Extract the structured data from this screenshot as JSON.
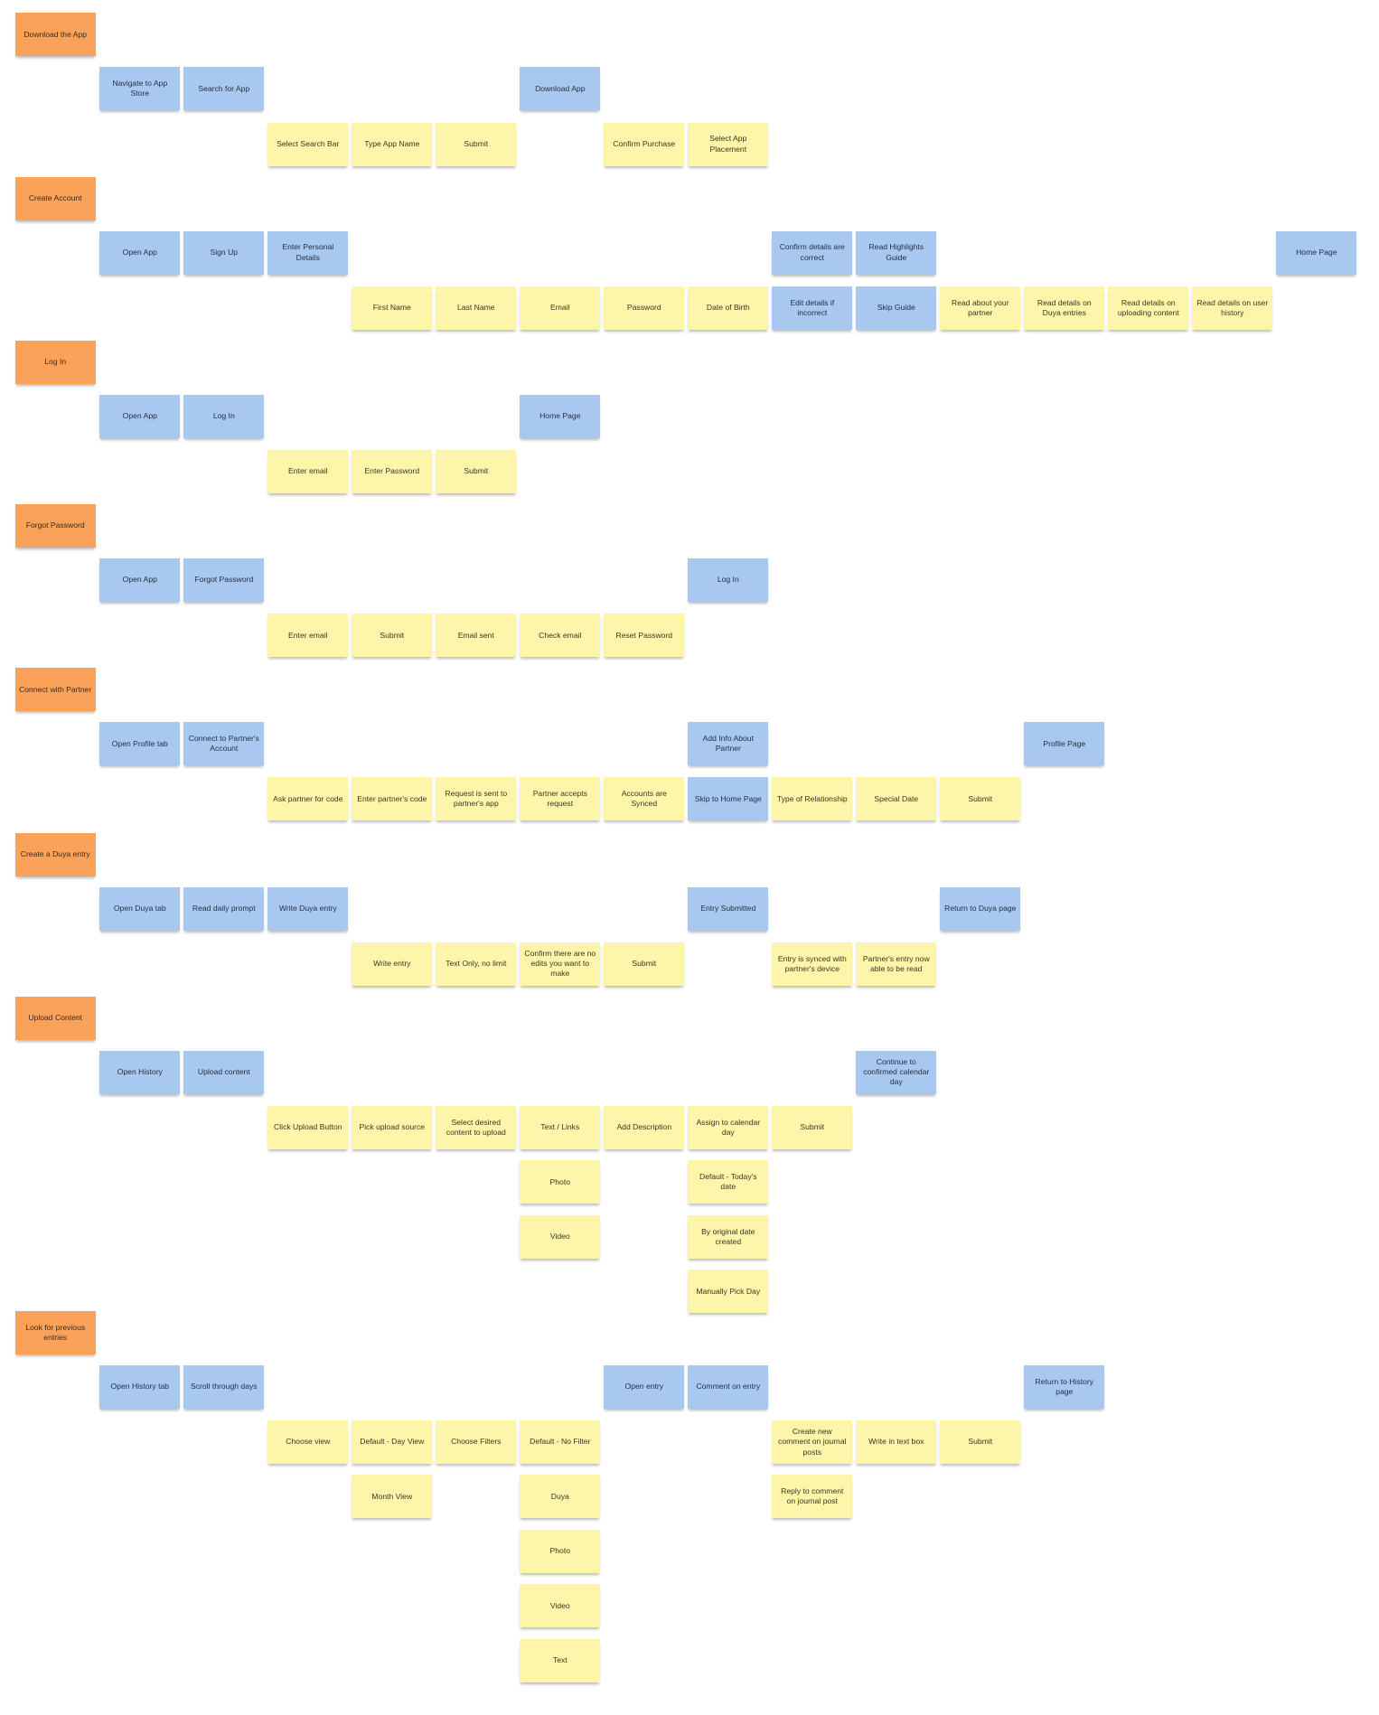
{
  "colors": {
    "epic": "#fba25a",
    "activity": "#a9c8f0",
    "task": "#fdf6aa",
    "background": "#ffffff"
  },
  "rows": [
    {
      "epic": "Download the App",
      "activities": [
        {
          "col": 0,
          "text": "Navigate to App Store"
        },
        {
          "col": 1,
          "text": "Search for App"
        },
        {
          "col": 5,
          "text": "Download App"
        }
      ],
      "tasks": [
        {
          "col": 2,
          "text": "Select Search Bar"
        },
        {
          "col": 3,
          "text": "Type App Name"
        },
        {
          "col": 4,
          "text": "Submit"
        },
        {
          "col": 6,
          "text": "Confirm Purchase"
        },
        {
          "col": 7,
          "text": "Select App Placement"
        }
      ]
    },
    {
      "epic": "Create Account",
      "activities": [
        {
          "col": 0,
          "text": "Open App"
        },
        {
          "col": 1,
          "text": "Sign Up"
        },
        {
          "col": 2,
          "text": "Enter Personal Details"
        },
        {
          "col": 8,
          "text": "Confirm details are correct"
        },
        {
          "col": 9,
          "text": "Read Highlights Guide"
        },
        {
          "col": 14,
          "text": "Home Page"
        }
      ],
      "tasks": [
        {
          "col": 3,
          "text": "First Name"
        },
        {
          "col": 4,
          "text": "Last Name"
        },
        {
          "col": 5,
          "text": "Email"
        },
        {
          "col": 6,
          "text": "Password"
        },
        {
          "col": 7,
          "text": "Date of Birth"
        },
        {
          "col": 8,
          "text": "Edit details if incorrect",
          "blue": true
        },
        {
          "col": 9,
          "text": "Skip Guide",
          "blue": true
        },
        {
          "col": 10,
          "text": "Read about your partner"
        },
        {
          "col": 11,
          "text": "Read details on Duya entries"
        },
        {
          "col": 12,
          "text": "Read details on uploading content"
        },
        {
          "col": 13,
          "text": "Read details on user history"
        }
      ]
    },
    {
      "epic": "Log In",
      "activities": [
        {
          "col": 0,
          "text": "Open App"
        },
        {
          "col": 1,
          "text": "Log In"
        },
        {
          "col": 5,
          "text": "Home Page"
        }
      ],
      "tasks": [
        {
          "col": 2,
          "text": "Enter email"
        },
        {
          "col": 3,
          "text": "Enter Password"
        },
        {
          "col": 4,
          "text": "Submit"
        }
      ]
    },
    {
      "epic": "Forgot Password",
      "activities": [
        {
          "col": 0,
          "text": "Open App"
        },
        {
          "col": 1,
          "text": "Forgot Password"
        },
        {
          "col": 7,
          "text": "Log In"
        }
      ],
      "tasks": [
        {
          "col": 2,
          "text": "Enter email"
        },
        {
          "col": 3,
          "text": "Submit"
        },
        {
          "col": 4,
          "text": "Email sent"
        },
        {
          "col": 5,
          "text": "Check email"
        },
        {
          "col": 6,
          "text": "Reset Password"
        }
      ]
    },
    {
      "epic": "Connect with Partner",
      "activities": [
        {
          "col": 0,
          "text": "Open Profile tab"
        },
        {
          "col": 1,
          "text": "Connect to Partner's Account"
        },
        {
          "col": 7,
          "text": "Add Info About Partner"
        },
        {
          "col": 11,
          "text": "Profile Page"
        }
      ],
      "tasks": [
        {
          "col": 2,
          "text": "Ask partner for code"
        },
        {
          "col": 3,
          "text": "Enter partner's code"
        },
        {
          "col": 4,
          "text": "Request is sent to partner's app"
        },
        {
          "col": 5,
          "text": "Partner accepts request"
        },
        {
          "col": 6,
          "text": "Accounts are Synced"
        },
        {
          "col": 7,
          "text": "Skip to Home Page",
          "blue": true
        },
        {
          "col": 8,
          "text": "Type of Relationship"
        },
        {
          "col": 9,
          "text": "Special Date"
        },
        {
          "col": 10,
          "text": "Submit"
        }
      ]
    },
    {
      "epic": "Create a Duya entry",
      "activities": [
        {
          "col": 0,
          "text": "Open Duya tab"
        },
        {
          "col": 1,
          "text": "Read daily prompt"
        },
        {
          "col": 2,
          "text": "Write Duya entry"
        },
        {
          "col": 7,
          "text": "Entry Submitted"
        },
        {
          "col": 10,
          "text": "Return to Duya page"
        }
      ],
      "tasks": [
        {
          "col": 3,
          "text": "Write entry"
        },
        {
          "col": 4,
          "text": "Text Only, no limit"
        },
        {
          "col": 5,
          "text": "Confirm there are no edits you want to make"
        },
        {
          "col": 6,
          "text": "Submit"
        },
        {
          "col": 8,
          "text": "Entry is synced with partner's device"
        },
        {
          "col": 9,
          "text": "Partner's entry now able to be read"
        }
      ]
    },
    {
      "epic": "Upload Content",
      "activities": [
        {
          "col": 0,
          "text": "Open History"
        },
        {
          "col": 1,
          "text": "Upload content"
        },
        {
          "col": 9,
          "text": "Continue to confirmed calendar day"
        }
      ],
      "tasks": [
        {
          "col": 2,
          "text": "Click Upload Button"
        },
        {
          "col": 3,
          "text": "Pick upload source"
        },
        {
          "col": 4,
          "text": "Select desired content to upload"
        },
        {
          "col": 5,
          "text": "Text / Links"
        },
        {
          "col": 6,
          "text": "Add Description"
        },
        {
          "col": 7,
          "text": "Assign to calendar day"
        },
        {
          "col": 8,
          "text": "Submit"
        },
        {
          "col": 5,
          "row": 1,
          "text": "Photo"
        },
        {
          "col": 5,
          "row": 2,
          "text": "Video"
        },
        {
          "col": 7,
          "row": 1,
          "text": "Default - Today's date"
        },
        {
          "col": 7,
          "row": 2,
          "text": "By original date created"
        },
        {
          "col": 7,
          "row": 3,
          "text": "Manually Pick Day"
        }
      ]
    },
    {
      "epic": "Look for previous entries",
      "activities": [
        {
          "col": 0,
          "text": "Open History tab"
        },
        {
          "col": 1,
          "text": "Scroll through days"
        },
        {
          "col": 6,
          "text": "Open entry"
        },
        {
          "col": 7,
          "text": "Comment on entry"
        },
        {
          "col": 11,
          "text": "Return to History page"
        }
      ],
      "tasks": [
        {
          "col": 2,
          "text": "Choose view"
        },
        {
          "col": 3,
          "text": "Default - Day View"
        },
        {
          "col": 4,
          "text": "Choose Filters"
        },
        {
          "col": 5,
          "text": "Default - No Filter"
        },
        {
          "col": 8,
          "text": "Create new comment on journal posts"
        },
        {
          "col": 9,
          "text": "Write in text box"
        },
        {
          "col": 10,
          "text": "Submit"
        },
        {
          "col": 3,
          "row": 1,
          "text": "Month View"
        },
        {
          "col": 5,
          "row": 1,
          "text": "Duya"
        },
        {
          "col": 5,
          "row": 2,
          "text": "Photo"
        },
        {
          "col": 5,
          "row": 3,
          "text": "Video"
        },
        {
          "col": 5,
          "row": 4,
          "text": "Text"
        },
        {
          "col": 8,
          "row": 1,
          "text": "Reply to comment on journal post"
        }
      ]
    }
  ]
}
